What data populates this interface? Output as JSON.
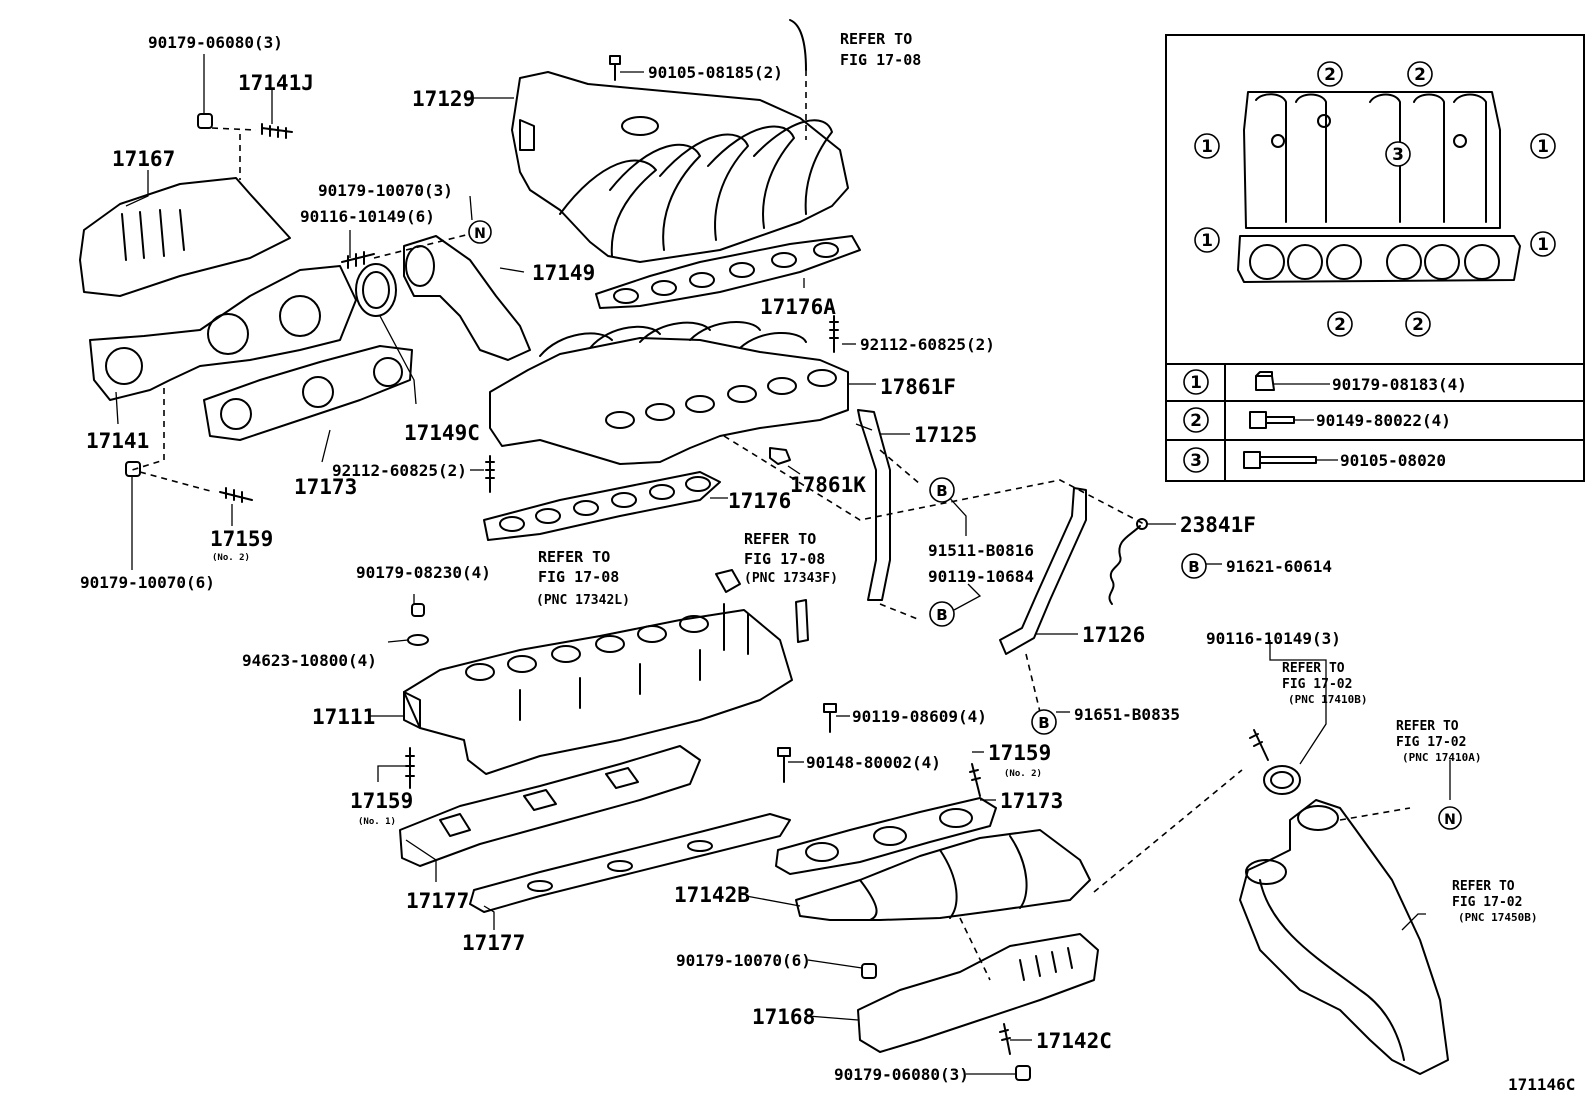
{
  "diagram_id": "171146C",
  "badges": {
    "N": "N",
    "B": "B"
  },
  "labels": {
    "p90179_06080_top": "90179-06080(3)",
    "p17141J": "17141J",
    "p17167": "17167",
    "p90179_10070_3": "90179-10070(3)",
    "p90116_10149_6": "90116-10149(6)",
    "p17149": "17149",
    "p17141": "17141",
    "p17149C": "17149C",
    "p92112_60825_2_left": "92112-60825(2)",
    "p17173_left": "17173",
    "p17159_left": "17159",
    "p90179_10070_6_left": "90179-10070(6)",
    "p17129": "17129",
    "p90105_08185_2": "90105-08185(2)",
    "p17176A": "17176A",
    "p92112_60825_2_right": "92112-60825(2)",
    "p17861F": "17861F",
    "p17125": "17125",
    "p17861K": "17861K",
    "p17176": "17176",
    "p91511_B0816": "91511-B0816",
    "p90119_10684": "90119-10684",
    "p23841F": "23841F",
    "p91621_60614": "91621-60614",
    "p17126": "17126",
    "p91651_B0835": "91651-B0835",
    "p90179_08230_4": "90179-08230(4)",
    "p94623_10800_4": "94623-10800(4)",
    "p17111": "17111",
    "p17159_no1": "17159",
    "p90119_08609_4": "90119-08609(4)",
    "p90148_80002_4": "90148-80002(4)",
    "p17159_right": "17159",
    "p17173_right": "17173",
    "p17177_a": "17177",
    "p17177_b": "17177",
    "p17142B": "17142B",
    "p90179_10070_6_bottom": "90179-10070(6)",
    "p17168": "17168",
    "p17142C": "17142C",
    "p90179_06080_bottom": "90179-06080(3)",
    "p90116_10149_3": "90116-10149(3)"
  },
  "sublabels": {
    "no2_left": "(No. 2)",
    "no1": "(No. 1)",
    "no2_right": "(No. 2)"
  },
  "refers": {
    "ref_17_08_top": [
      "REFER TO",
      "FIG 17-08"
    ],
    "ref_17342L": [
      "REFER TO",
      "FIG 17-08",
      "(PNC 17342L)"
    ],
    "ref_17343F": [
      "REFER TO",
      "FIG 17-08",
      "(PNC 17343F)"
    ],
    "ref_17410B": [
      "REFER TO",
      "FIG 17-02",
      "(PNC 17410B)"
    ],
    "ref_17410A": [
      "REFER TO",
      "FIG 17-02",
      "(PNC 17410A)"
    ],
    "ref_17450B": [
      "REFER TO",
      "FIG 17-02",
      "(PNC 17450B)"
    ]
  },
  "inset": {
    "markers": {
      "one": "1",
      "two": "2",
      "three": "3"
    },
    "legend": [
      {
        "key": "1",
        "part": "90179-08183(4)"
      },
      {
        "key": "2",
        "part": "90149-80022(4)"
      },
      {
        "key": "3",
        "part": "90105-08020"
      }
    ]
  }
}
